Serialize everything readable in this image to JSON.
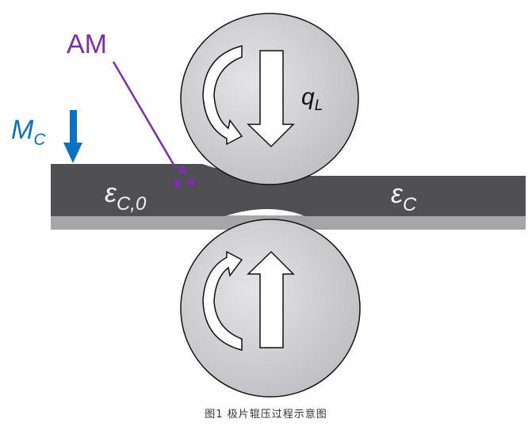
{
  "labels": {
    "active_material": "AM",
    "mass_loading": "M",
    "mass_loading_sub": "C",
    "line_load": "q",
    "line_load_sub": "L",
    "strain_initial": "ε",
    "strain_initial_sub": "C,0",
    "strain_final": "ε",
    "strain_final_sub": "C"
  },
  "caption": "图1 极片辊压过程示意图",
  "colors": {
    "roller_fill": "#c8c8ca",
    "coating": "#505054",
    "foil": "#a6a6a8",
    "mass_loading": "#0a72c0",
    "active_material": "#7b2fa8"
  },
  "icons": [
    "top-roller-rotation-arrow-icon",
    "top-roller-force-arrow-icon",
    "bottom-roller-rotation-arrow-icon",
    "bottom-roller-force-arrow-icon",
    "mass-loading-arrow-icon"
  ]
}
